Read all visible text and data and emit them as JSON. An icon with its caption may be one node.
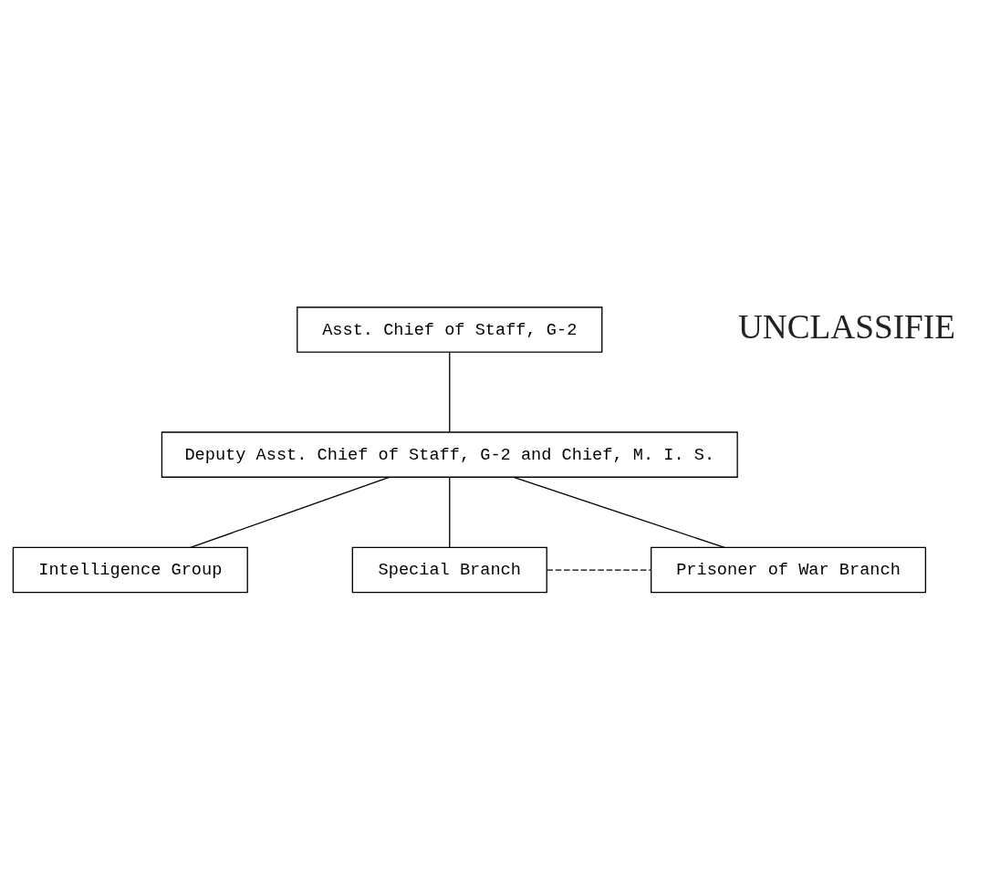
{
  "diagram": {
    "nodes": [
      {
        "text": [
          "Asst. Chief of Staff, G-2"
        ]
      },
      {
        "text": [
          "Deputy Asst. Chief of Staff, G-2 and Chief, M. I. S."
        ]
      },
      {
        "text": [
          "Intelligence Group"
        ]
      },
      {
        "text": [
          "Special Branch"
        ]
      },
      {
        "text": [
          "Prisoner of War Branch"
        ]
      }
    ],
    "edges": [
      {
        "from": 0,
        "to": 1,
        "arrow": "none"
      },
      {
        "from": 1,
        "to": 2,
        "arrow": "none"
      },
      {
        "from": 1,
        "to": 3,
        "arrow": "none"
      },
      {
        "from": 1,
        "to": 4,
        "arrow": "none"
      },
      {
        "from": 3,
        "to": 4,
        "arrow": "none",
        "style": "dashed"
      }
    ],
    "labels": [
      "UNCLASSIFIE"
    ]
  }
}
